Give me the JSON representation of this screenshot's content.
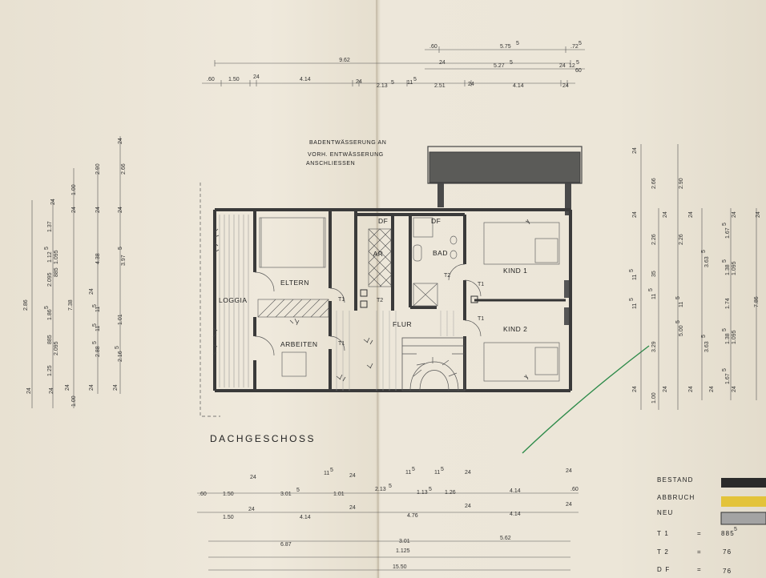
{
  "title": "DACHGESCHOSS",
  "note": [
    "BADENTWÄSSERUNG AN",
    "VORH. ENTWÄSSERUNG",
    "ANSCHLIESSEN"
  ],
  "rooms": {
    "loggia": "LOGGIA",
    "eltern": "ELTERN",
    "arbeiten": "ARBEITEN",
    "ar": "AR",
    "bad": "BAD",
    "flur": "FLUR",
    "kind1": "KIND 1",
    "kind2": "KIND 2",
    "df1": "DF",
    "df2": "DF"
  },
  "door_labels": [
    "T1",
    "T1",
    "T2",
    "T1",
    "T1",
    "T2"
  ],
  "legend": {
    "items": [
      {
        "label": "BESTAND",
        "color": "#2a2a2a"
      },
      {
        "label": "ABBRUCH",
        "color": "#e3c33a"
      },
      {
        "label": "NEU",
        "color": "#a3a3a3"
      }
    ],
    "values": [
      {
        "key": "T 1",
        "eq": "=",
        "val": "885",
        "sup": "5"
      },
      {
        "key": "T 2",
        "eq": "=",
        "val": "76"
      },
      {
        "key": "D F",
        "eq": "=",
        "val": "76"
      }
    ]
  },
  "dims": {
    "top1": [
      "9.62",
      ".60",
      "5.75",
      "5",
      ".72",
      "5"
    ],
    "top2": [
      ".60",
      "1.50",
      "24",
      "4.14",
      "24",
      "2.13",
      "5",
      "11",
      "5",
      "2.51",
      "24",
      "4.14",
      "24",
      "5.27",
      "5",
      "24",
      "12",
      "5",
      "60",
      "24"
    ],
    "bot1": [
      ".60",
      "1.50",
      "3.01",
      "5",
      "1.01",
      "2.13",
      "5",
      "1.13",
      "5",
      "1.26",
      "4.14",
      ".60",
      "24",
      "11",
      "5",
      "24",
      "11",
      "5",
      "11",
      "5",
      "24",
      "24"
    ],
    "bot2": [
      "1.50",
      "4.14",
      "4.76",
      "4.14",
      "24",
      "24",
      "24",
      "24"
    ],
    "bot3": [
      "6.87",
      "3.01",
      "1.125",
      "5.62",
      "15.50"
    ],
    "left": [
      "2.86",
      "7.38",
      "1.37",
      "1.00",
      "2.90",
      "2.66",
      "4.38",
      "3.97",
      "5",
      "1.12",
      "5",
      "1.095",
      "2.095",
      "885",
      "1.86",
      "5",
      "11",
      "5",
      "1.01",
      "11",
      "5",
      "2.88",
      "5",
      "2.16",
      "5",
      "2.095",
      "885",
      "1.25",
      "1.00",
      "24",
      "24",
      "24",
      "24",
      "24",
      "24",
      "24",
      "24",
      "24",
      "24",
      "24"
    ],
    "right": [
      "2.66",
      "2.90",
      "2.26",
      "2.26",
      "3.63",
      "5",
      "1.67",
      "5",
      "1.38",
      "5",
      "1.095",
      "11",
      "5",
      "11",
      "5",
      "35",
      "11",
      "5",
      "1.74",
      "5.00",
      "5",
      "3.63",
      "5",
      "1.38",
      "5",
      "1.095",
      "3.29",
      "1.67",
      "5",
      "1.00",
      "7.86",
      "11",
      "5",
      "24",
      "24",
      "24",
      "24",
      "24",
      "24",
      "24",
      "24",
      "24",
      "24",
      "24"
    ]
  }
}
